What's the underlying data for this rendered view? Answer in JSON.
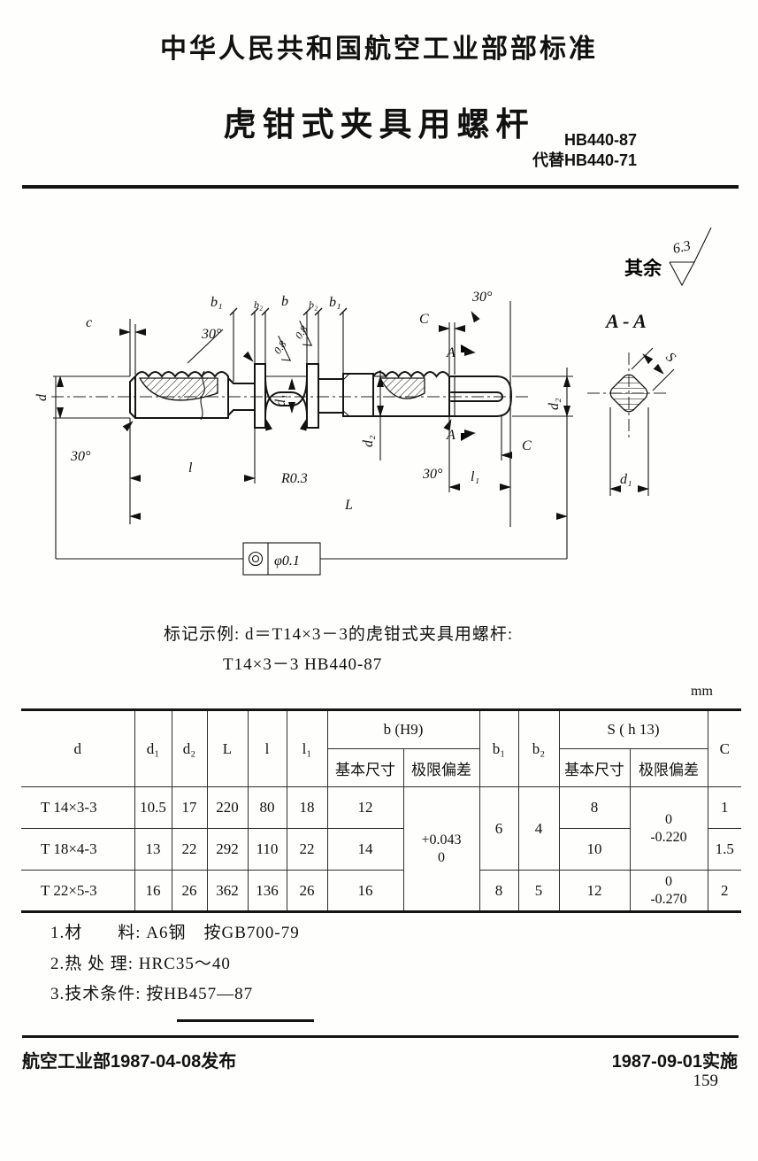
{
  "header": {
    "org_title": "中华人民共和国航空工业部部标准",
    "doc_title": "虎钳式夹具用螺杆",
    "code": "HB440-87",
    "supersedes": "代替HB440-71"
  },
  "drawing": {
    "surface_note": "其余",
    "surface_value": "6.3",
    "section_title": "A - A",
    "labels": {
      "c": "c",
      "d": "d",
      "angle30": "30°",
      "b1": "b₁",
      "b2": "b₂",
      "b": "b",
      "rough": "0.8",
      "d1_hub": "d₁",
      "r_fillet": "R0.3",
      "d2_mid": "d₂",
      "a_mark": "A",
      "c_tr": "C",
      "c_br": "C",
      "l": "l",
      "l1": "l₁",
      "L": "L",
      "d2_right": "d₂",
      "tolerance": "φ0.1",
      "s": "S",
      "d1_section": "d₁"
    }
  },
  "example": {
    "line1": "标记示例: d＝T14×3－3的虎钳式夹具用螺杆:",
    "line2": "T14×3－3  HB440-87"
  },
  "table": {
    "unit": "mm",
    "headers": {
      "d": "d",
      "d1": "d₁",
      "d2": "d₂",
      "L": "L",
      "l": "l",
      "l1": "l₁",
      "b": "b (H9)",
      "b1": "b₁",
      "b2": "b₂",
      "S": "S ( h 13)",
      "C": "C",
      "basic": "基本尺寸",
      "deviation": "极限偏差"
    },
    "rows": [
      {
        "d": "T 14×3-3",
        "d1": "10.5",
        "d2": "17",
        "L": "220",
        "l": "80",
        "l1": "18",
        "b_basic": "12",
        "S_basic": "8",
        "C": "1"
      },
      {
        "d": "T 18×4-3",
        "d1": "13",
        "d2": "22",
        "L": "292",
        "l": "110",
        "l1": "22",
        "b_basic": "14",
        "S_basic": "10",
        "C": "1.5"
      },
      {
        "d": "T 22×5-3",
        "d1": "16",
        "d2": "26",
        "L": "362",
        "l": "136",
        "l1": "26",
        "b_basic": "16",
        "S_basic": "12",
        "C": "2"
      }
    ],
    "b_dev_line1": "+0.043",
    "b_dev_line2": "0",
    "b1_rows12": "6",
    "b2_rows12": "4",
    "b1_row3": "8",
    "b2_row3": "5",
    "s_dev12_line1": "0",
    "s_dev12_line2": "-0.220",
    "s_dev3_line1": "0",
    "s_dev3_line2": "-0.270"
  },
  "notes": [
    "1.材　　料: A6钢　按GB700-79",
    "2.热 处 理: HRC35～40",
    "3.技术条件: 按HB457—87"
  ],
  "footer": {
    "issued": "航空工业部1987-04-08发布",
    "effective": "1987-09-01实施",
    "page": "159"
  }
}
